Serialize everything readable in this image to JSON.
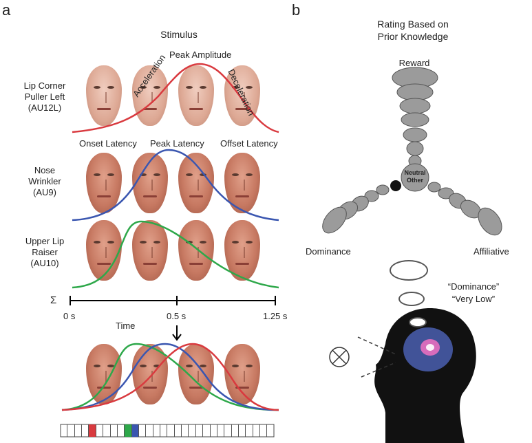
{
  "panel_a": {
    "letter": "a",
    "stimulus_title": "Stimulus",
    "rows": [
      {
        "label_line1": "Lip Corner",
        "label_line2": "Puller Left",
        "label_line3": "(AU12L)"
      },
      {
        "label_line1": "Nose",
        "label_line2": "Wrinkler",
        "label_line3": "(AU9)"
      },
      {
        "label_line1": "Upper Lip",
        "label_line2": "Raiser",
        "label_line3": "(AU10)"
      }
    ],
    "annotations": {
      "peak_amplitude": "Peak Amplitude",
      "acceleration": "Acceleration",
      "deceleration": "Deceleration",
      "onset_latency": "Onset Latency",
      "peak_latency": "Peak Latency",
      "offset_latency": "Offset Latency"
    },
    "timeline": {
      "sigma": "Σ",
      "ticks": [
        "0 s",
        "0.5 s",
        "1.25 s"
      ],
      "label": "Time"
    },
    "colors": {
      "red": "#d93a3f",
      "blue": "#3a56b0",
      "green": "#2ea84a"
    }
  },
  "panel_b": {
    "letter": "b",
    "title_line1": "Rating Based on",
    "title_line2": "Prior Knowledge",
    "reward": "Reward",
    "dominance": "Dominance",
    "affiliative": "Affiliative",
    "center_line1": "Neutral",
    "center_line2": "Other",
    "thought_line1": "“Dominance”",
    "thought_line2": "“Very Low”"
  }
}
